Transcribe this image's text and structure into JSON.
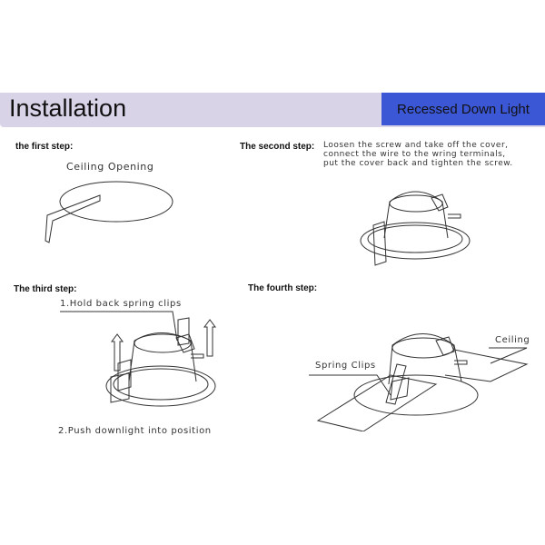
{
  "header": {
    "title": "Installation",
    "product": "Recessed Down Light",
    "colors": {
      "band": "#d9d3e8",
      "badge": "#3b57d6"
    }
  },
  "steps": [
    {
      "label": "the first step:",
      "notes": [
        "Ceiling Opening"
      ]
    },
    {
      "label": "The second step:",
      "notes": [
        "Loosen the screw and take off the cover,",
        "connect the wire to the wring terminals,",
        "put the cover back and tighten the screw."
      ]
    },
    {
      "label": "The third step:",
      "notes": [
        "1.Hold back spring clips",
        "2.Push downlight into position"
      ]
    },
    {
      "label": "The fourth step:",
      "notes": [
        "Ceiling",
        "Spring Clips"
      ]
    }
  ]
}
